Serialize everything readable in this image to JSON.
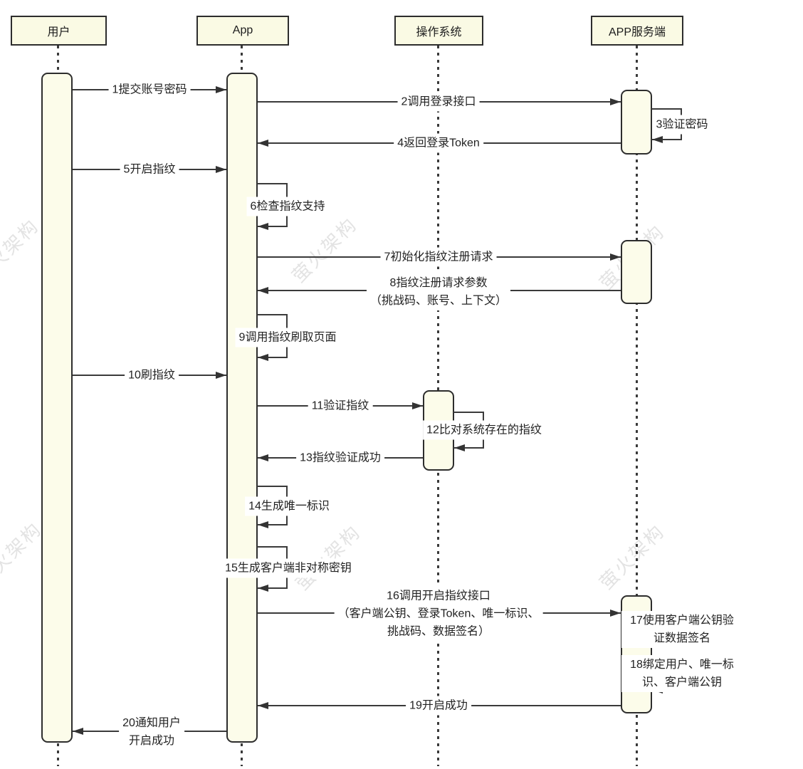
{
  "diagram_type": "sequence-diagram",
  "watermark": {
    "text": "萤火架构",
    "color": "#e3e3e3"
  },
  "colors": {
    "background": "#ffffff",
    "actor_fill": "#fafae4",
    "activation_fill": "#fcfcea",
    "border": "#2d2d2d",
    "line": "#3a3a3a",
    "text": "#222222"
  },
  "actors": {
    "user": "用户",
    "app": "App",
    "os": "操作系统",
    "server": "APP服务端"
  },
  "messages": {
    "m1": {
      "label": "1提交账号密码",
      "from": "用户",
      "to": "App",
      "type": "arrow"
    },
    "m2": {
      "label": "2调用登录接口",
      "from": "App",
      "to": "APP服务端",
      "type": "arrow"
    },
    "m3": {
      "label": "3验证密码",
      "from": "APP服务端",
      "to": "APP服务端",
      "type": "self"
    },
    "m4": {
      "label": "4返回登录Token",
      "from": "APP服务端",
      "to": "App",
      "type": "arrow"
    },
    "m5": {
      "label": "5开启指纹",
      "from": "用户",
      "to": "App",
      "type": "arrow"
    },
    "m6": {
      "label": "6检查指纹支持",
      "from": "App",
      "to": "App",
      "type": "self"
    },
    "m7": {
      "label": "7初始化指纹注册请求",
      "from": "App",
      "to": "APP服务端",
      "type": "arrow"
    },
    "m8": {
      "label": "8指纹注册请求参数\n（挑战码、账号、上下文）",
      "from": "APP服务端",
      "to": "App",
      "type": "arrow"
    },
    "m9": {
      "label": "9调用指纹刷取页面",
      "from": "App",
      "to": "App",
      "type": "self"
    },
    "m10": {
      "label": "10刷指纹",
      "from": "用户",
      "to": "App",
      "type": "arrow"
    },
    "m11": {
      "label": "11验证指纹",
      "from": "App",
      "to": "操作系统",
      "type": "arrow"
    },
    "m12": {
      "label": "12比对系统存在的指纹",
      "from": "操作系统",
      "to": "操作系统",
      "type": "self"
    },
    "m13": {
      "label": "13指纹验证成功",
      "from": "操作系统",
      "to": "App",
      "type": "arrow"
    },
    "m14": {
      "label": "14生成唯一标识",
      "from": "App",
      "to": "App",
      "type": "self"
    },
    "m15": {
      "label": "15生成客户端非对称密钥",
      "from": "App",
      "to": "App",
      "type": "self"
    },
    "m16": {
      "label": "16调用开启指纹接口\n（客户端公钥、登录Token、唯一标识、\n挑战码、数据签名）",
      "from": "App",
      "to": "APP服务端",
      "type": "arrow"
    },
    "m17": {
      "label": "17使用客户端公钥验证数据签名",
      "from": "APP服务端",
      "to": "APP服务端",
      "type": "self"
    },
    "m18": {
      "label": "18绑定用户、唯一标识、客户端公钥",
      "from": "APP服务端",
      "to": "APP服务端",
      "type": "self"
    },
    "m19": {
      "label": "19开启成功",
      "from": "APP服务端",
      "to": "App",
      "type": "arrow"
    },
    "m20": {
      "label": "20通知用户\n开启成功",
      "from": "App",
      "to": "用户",
      "type": "arrow"
    }
  }
}
